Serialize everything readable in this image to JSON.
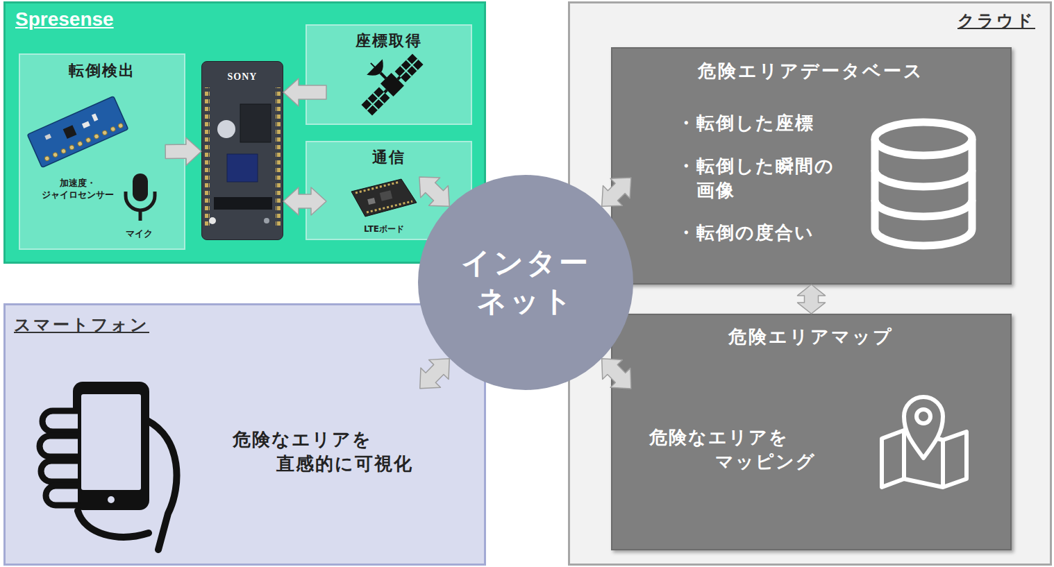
{
  "diagram": {
    "nodes": [
      {
        "text": [
          "Spresense"
        ]
      },
      {
        "text": [
          "転倒検出",
          "加速度・ ジャイロセンサー",
          "マイク"
        ],
        "in": 0
      },
      {
        "text": [
          "SONY"
        ],
        "in": 0
      },
      {
        "text": [
          "座標取得"
        ],
        "in": 0
      },
      {
        "text": [
          "通信",
          "LTEボード"
        ],
        "in": 0
      },
      {
        "text": [
          "クラウド"
        ]
      },
      {
        "text": [
          "危険エリアデータベース",
          "・転倒した座標",
          "・転倒した瞬間の 画像",
          "・転倒の度合い"
        ],
        "in": 5
      },
      {
        "text": [
          "危険エリアマップ",
          "危険なエリアを マッピング"
        ],
        "in": 5
      },
      {
        "text": [
          "スマートフォン",
          "危険なエリアを 直感的に可視化"
        ]
      },
      {
        "text": [
          "インター ネット"
        ]
      }
    ],
    "edges": [
      {
        "from": 1,
        "to": 2,
        "arrow": "to"
      },
      {
        "from": 3,
        "to": 2,
        "arrow": "to"
      },
      {
        "from": 2,
        "to": 4,
        "arrow": "both"
      },
      {
        "from": 4,
        "to": 9,
        "arrow": "both"
      },
      {
        "from": 9,
        "to": 6,
        "arrow": "both"
      },
      {
        "from": 6,
        "to": 7,
        "arrow": "both"
      },
      {
        "from": 9,
        "to": 7,
        "arrow": "both"
      },
      {
        "from": 9,
        "to": 8,
        "arrow": "both"
      }
    ]
  }
}
